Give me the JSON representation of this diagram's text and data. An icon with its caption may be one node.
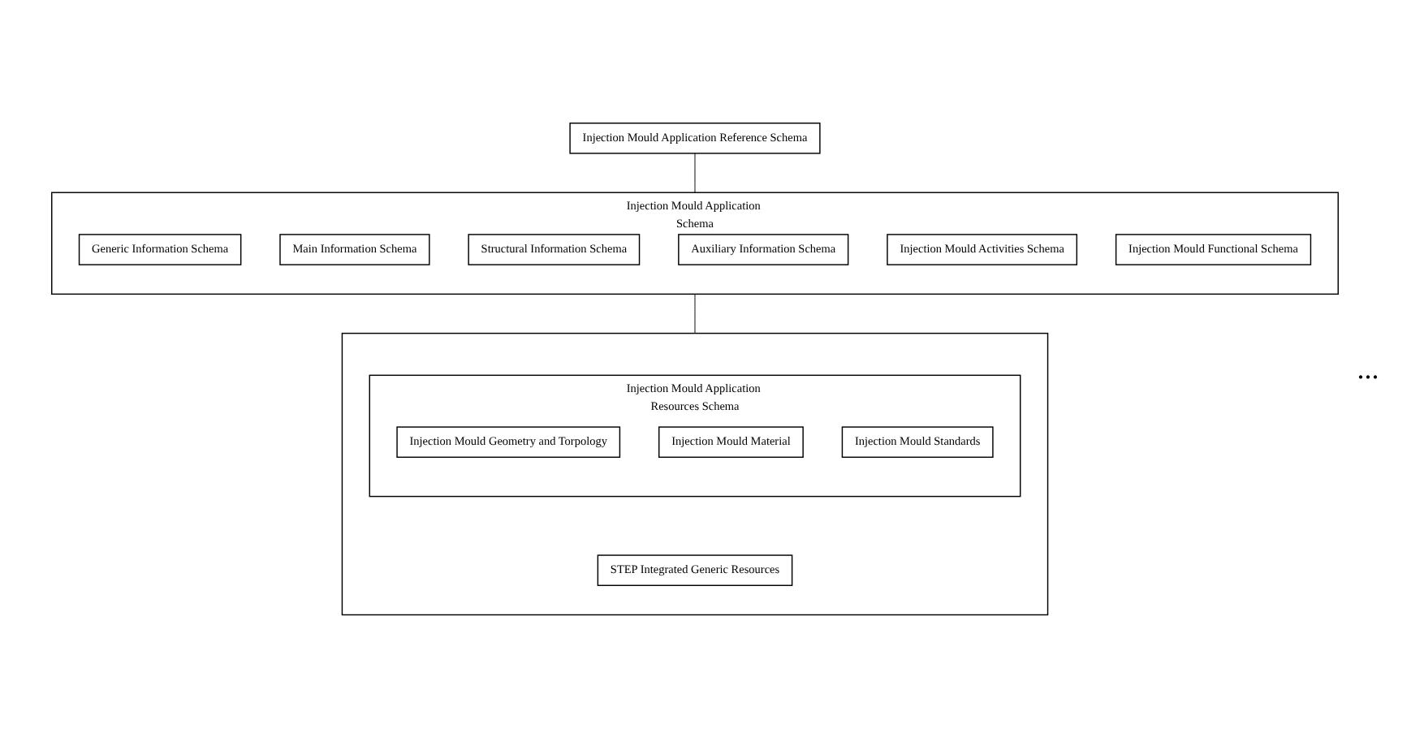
{
  "diagram": {
    "nodes": [
      {
        "text": [
          "Injection Mould Application Reference Schema"
        ]
      },
      {
        "text": [
          "Injection Mould Application Schema"
        ]
      },
      {
        "text": [
          "Generic Information Schema"
        ],
        "in": 1
      },
      {
        "text": [
          "Main Information Schema"
        ],
        "in": 1
      },
      {
        "text": [
          "Structural Information Schema"
        ],
        "in": 1
      },
      {
        "text": [
          "Auxiliary Information Schema"
        ],
        "in": 1
      },
      {
        "text": [
          "Injection Mould Activities Schema"
        ],
        "in": 1
      },
      {
        "text": [
          "Injection Mould Functional Schema"
        ],
        "in": 1
      },
      {
        "text": [],
        "shape": "box"
      },
      {
        "text": [
          "Injection Mould Application Resources Schema"
        ],
        "in": 8
      },
      {
        "text": [
          "Injection Mould Geometry and Torpology"
        ],
        "in": 9
      },
      {
        "text": [
          "Injection Mould Material"
        ],
        "in": 9
      },
      {
        "text": [
          "Injection Mould Standards"
        ],
        "in": 9
      },
      {
        "text": [
          "STEP Integrated Generic Resources"
        ],
        "in": 8
      }
    ],
    "edges": [
      {
        "from": 0,
        "to": 1,
        "arrow": "none"
      },
      {
        "from": 1,
        "to": 8,
        "arrow": "none"
      }
    ],
    "labels": [
      "..."
    ]
  }
}
